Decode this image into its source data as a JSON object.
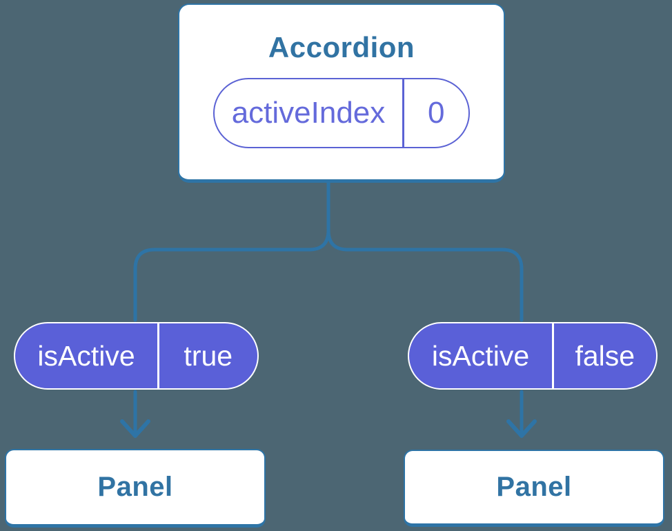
{
  "colors": {
    "background": "#4C6673",
    "line": "#2E74A6",
    "box_text": "#3173A3",
    "pill_fill": "#5A60D8",
    "pill_outline": "#5B62D4",
    "pill_text_purple": "#646ADB",
    "pill_text_white": "#FFFFFF",
    "box_fill": "#FFFFFF"
  },
  "root": {
    "title": "Accordion",
    "state": {
      "name": "activeIndex",
      "value": "0"
    }
  },
  "children": [
    {
      "prop": {
        "name": "isActive",
        "value": "true"
      },
      "panel_label": "Panel"
    },
    {
      "prop": {
        "name": "isActive",
        "value": "false"
      },
      "panel_label": "Panel"
    }
  ]
}
